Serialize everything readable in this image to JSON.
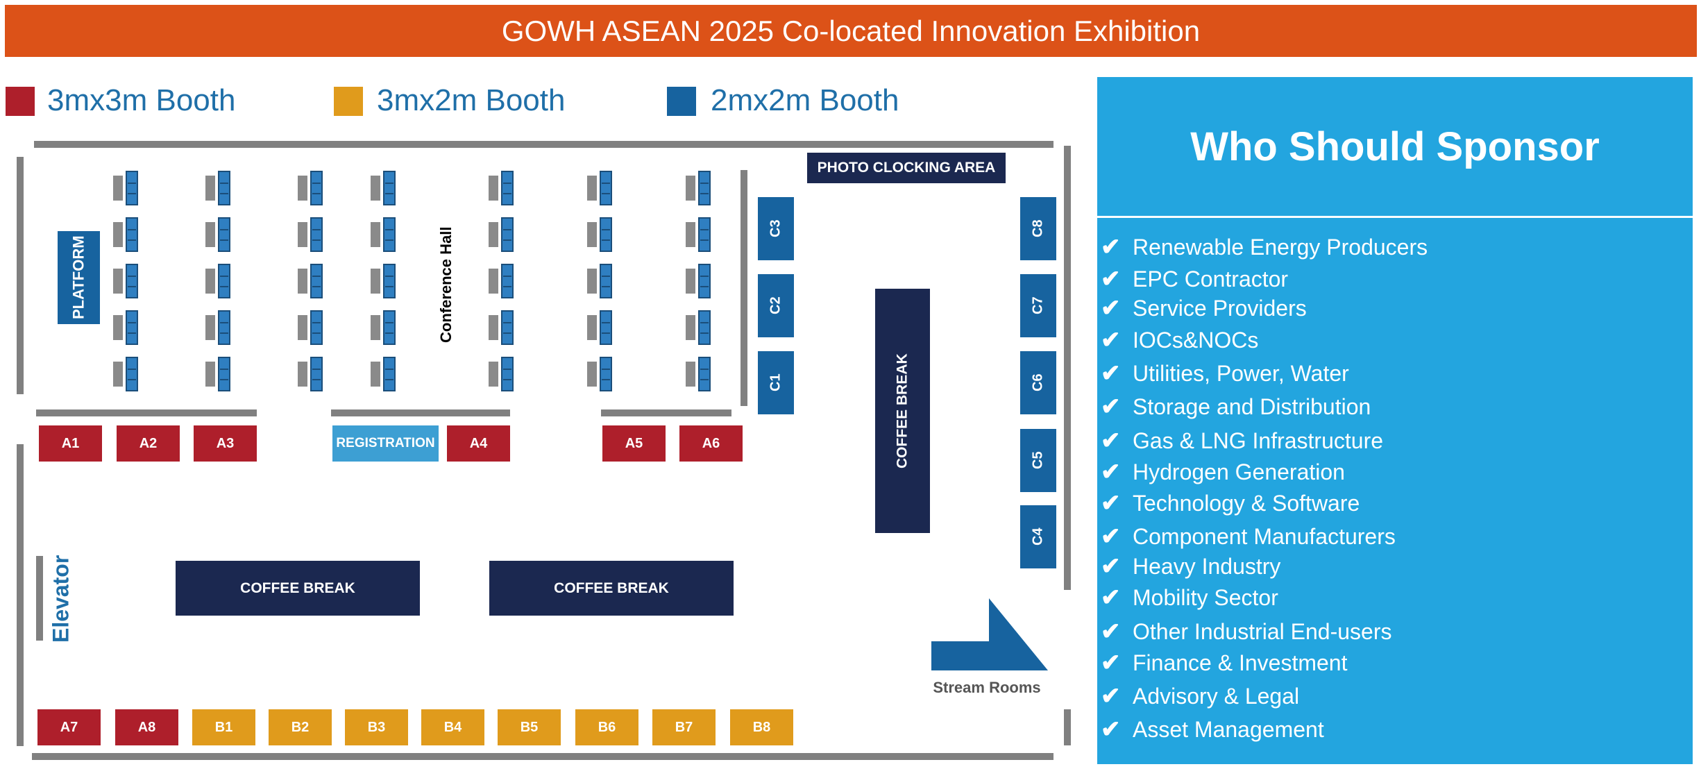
{
  "header": {
    "title": "GOWH ASEAN 2025 Co-located Innovation Exhibition"
  },
  "legend": [
    {
      "label": "3mx3m Booth",
      "color": "#ae1f2b"
    },
    {
      "label": "3mx2m Booth",
      "color": "#e09b1c"
    },
    {
      "label": "2mx2m Booth",
      "color": "#17639f"
    }
  ],
  "floor": {
    "platform": "PLATFORM",
    "conference_hall": "Conference Hall",
    "photo_area": "PHOTO CLOCKING AREA",
    "registration": "REGISTRATION",
    "coffee_break_1": "COFFEE BREAK",
    "coffee_break_2": "COFFEE BREAK",
    "coffee_break_3": "COFFEE BREAK",
    "elevator": "Elevator",
    "stream_rooms": "Stream Rooms",
    "booths": {
      "a1": "A1",
      "a2": "A2",
      "a3": "A3",
      "a4": "A4",
      "a5": "A5",
      "a6": "A6",
      "a7": "A7",
      "a8": "A8",
      "b1": "B1",
      "b2": "B2",
      "b3": "B3",
      "b4": "B4",
      "b5": "B5",
      "b6": "B6",
      "b7": "B7",
      "b8": "B8",
      "c1": "C1",
      "c2": "C2",
      "c3": "C3",
      "c4": "C4",
      "c5": "C5",
      "c6": "C6",
      "c7": "C7",
      "c8": "C8"
    }
  },
  "sponsor": {
    "title": "Who Should Sponsor",
    "check_icon": "✔",
    "items": [
      "Renewable Energy Producers",
      "EPC Contractor",
      "Service Providers",
      "IOCs&NOCs",
      "Utilities, Power, Water",
      "Storage and Distribution",
      "Gas & LNG Infrastructure",
      "Hydrogen Generation",
      "Technology & Software",
      "Component Manufacturers",
      "Heavy Industry",
      "Mobility Sector",
      "Other Industrial End-users",
      "Finance & Investment",
      "Advisory & Legal",
      "Asset Management"
    ]
  }
}
